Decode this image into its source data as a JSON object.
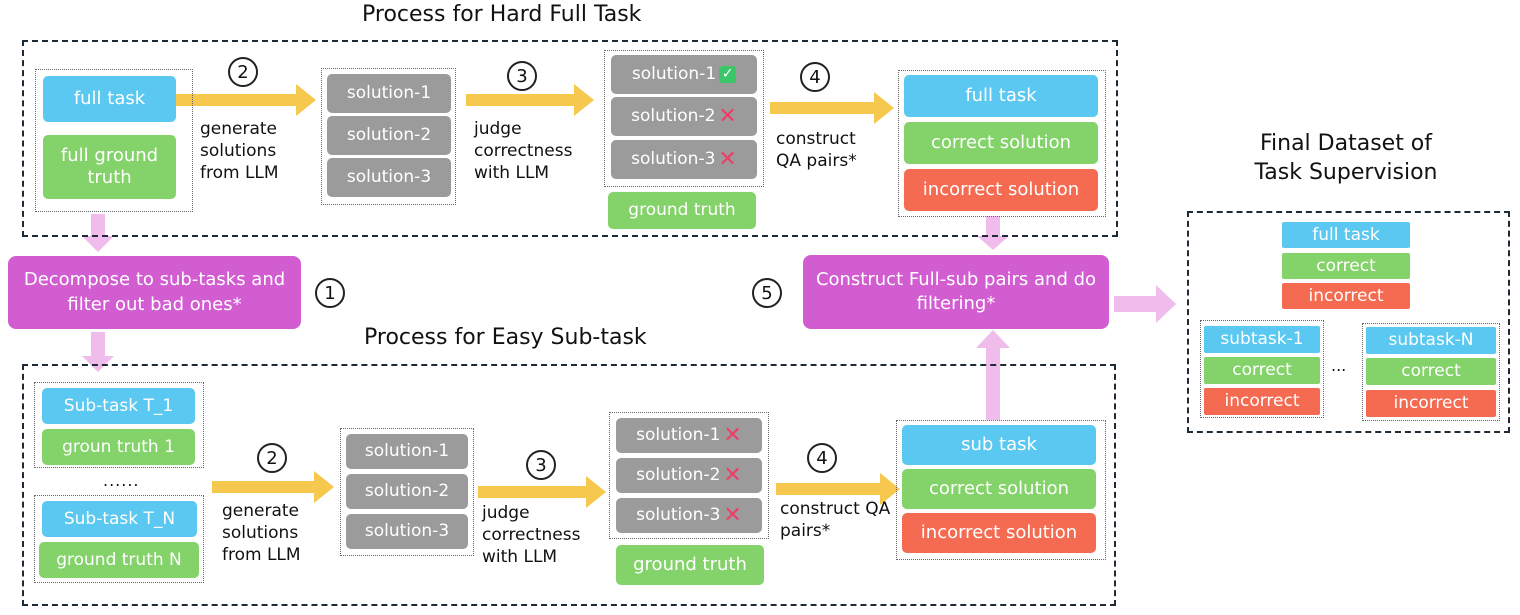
{
  "top": {
    "title": "Process for Hard Full Task",
    "full_task": "full task",
    "full_ground_truth": "full ground truth",
    "step2": "2",
    "step2_label": "generate solutions from LLM",
    "solutions": [
      "solution-1",
      "solution-2",
      "solution-3"
    ],
    "step3": "3",
    "step3_label": "judge correctness with LLM",
    "judged": [
      "solution-1",
      "solution-2",
      "solution-3"
    ],
    "judged_marks": [
      "check",
      "cross",
      "cross"
    ],
    "ground_truth": "ground truth",
    "step4": "4",
    "step4_label": "construct QA pairs*",
    "qa": [
      "full task",
      "correct solution",
      "incorrect solution"
    ]
  },
  "decompose": {
    "label": "Decompose to sub-tasks and filter out bad ones*",
    "step": "1"
  },
  "construct": {
    "label": "Construct Full-sub pairs and do filtering*",
    "step": "5"
  },
  "bottom": {
    "title": "Process for Easy Sub-task",
    "subtask1": "Sub-task T_1",
    "groundtruth1": "groun truth 1",
    "ellipsis": "......",
    "subtaskN": "Sub-task T_N",
    "groundtruthN": "ground truth N",
    "step2": "2",
    "step2_label": "generate solutions from LLM",
    "solutions": [
      "solution-1",
      "solution-2",
      "solution-3"
    ],
    "step3": "3",
    "step3_label": "judge correctness with LLM",
    "judged": [
      "solution-1",
      "solution-2",
      "solution-3"
    ],
    "judged_marks": [
      "cross",
      "cross",
      "cross"
    ],
    "ground_truth": "ground truth",
    "step4": "4",
    "step4_label": "construct QA pairs*",
    "qa": [
      "sub task",
      "correct solution",
      "incorrect solution"
    ]
  },
  "final": {
    "title": "Final Dataset of Task Supervision",
    "full_task": "full task",
    "correct": "correct",
    "incorrect": "incorrect",
    "subtask1": "subtask-1",
    "subtaskN": "subtask-N",
    "ellipsis": "...",
    "sub_correct": "correct",
    "sub_incorrect": "incorrect"
  },
  "colors": {
    "task_blue": "#5ac8f0",
    "truth_green": "#84d26a",
    "solution_grey": "#9b9b9b",
    "incorrect_red": "#f56b52",
    "process_purple": "#d15dd1",
    "arrow_yellow": "#f6c84e",
    "arrow_pink": "#efbcec"
  }
}
